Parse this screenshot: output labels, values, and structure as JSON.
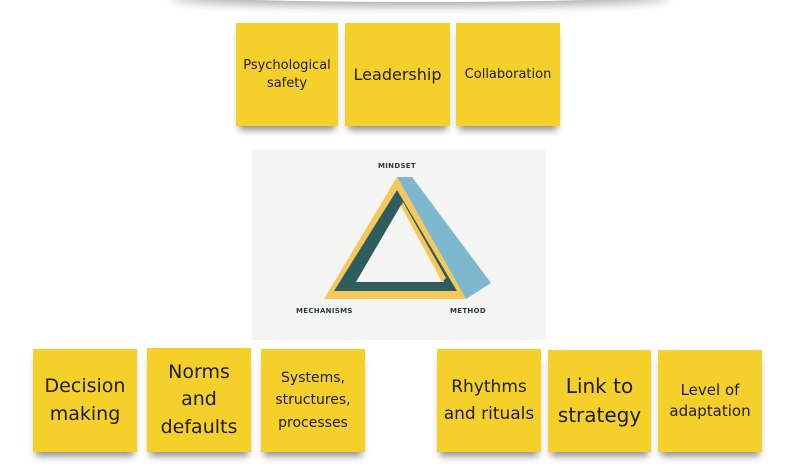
{
  "colors": {
    "sticky_note": "#f5cf2a",
    "triangle_yellow": "#f6c85a",
    "triangle_teal": "#2f5d5e",
    "triangle_blue": "#7db8ce"
  },
  "top_notes": [
    {
      "label": "Psychological safety"
    },
    {
      "label": "Leadership"
    },
    {
      "label": "Collaboration"
    }
  ],
  "diagram": {
    "top_label": "MINDSET",
    "left_label": "MECHANISMS",
    "right_label": "METHOD"
  },
  "bottom_left_notes": [
    {
      "label": "Decision making"
    },
    {
      "label": "Norms and defaults"
    },
    {
      "label": "Systems, structures, processes"
    }
  ],
  "bottom_right_notes": [
    {
      "label": "Rhythms and rituals"
    },
    {
      "label": "Link to strategy"
    },
    {
      "label": "Level of adaptation"
    }
  ]
}
